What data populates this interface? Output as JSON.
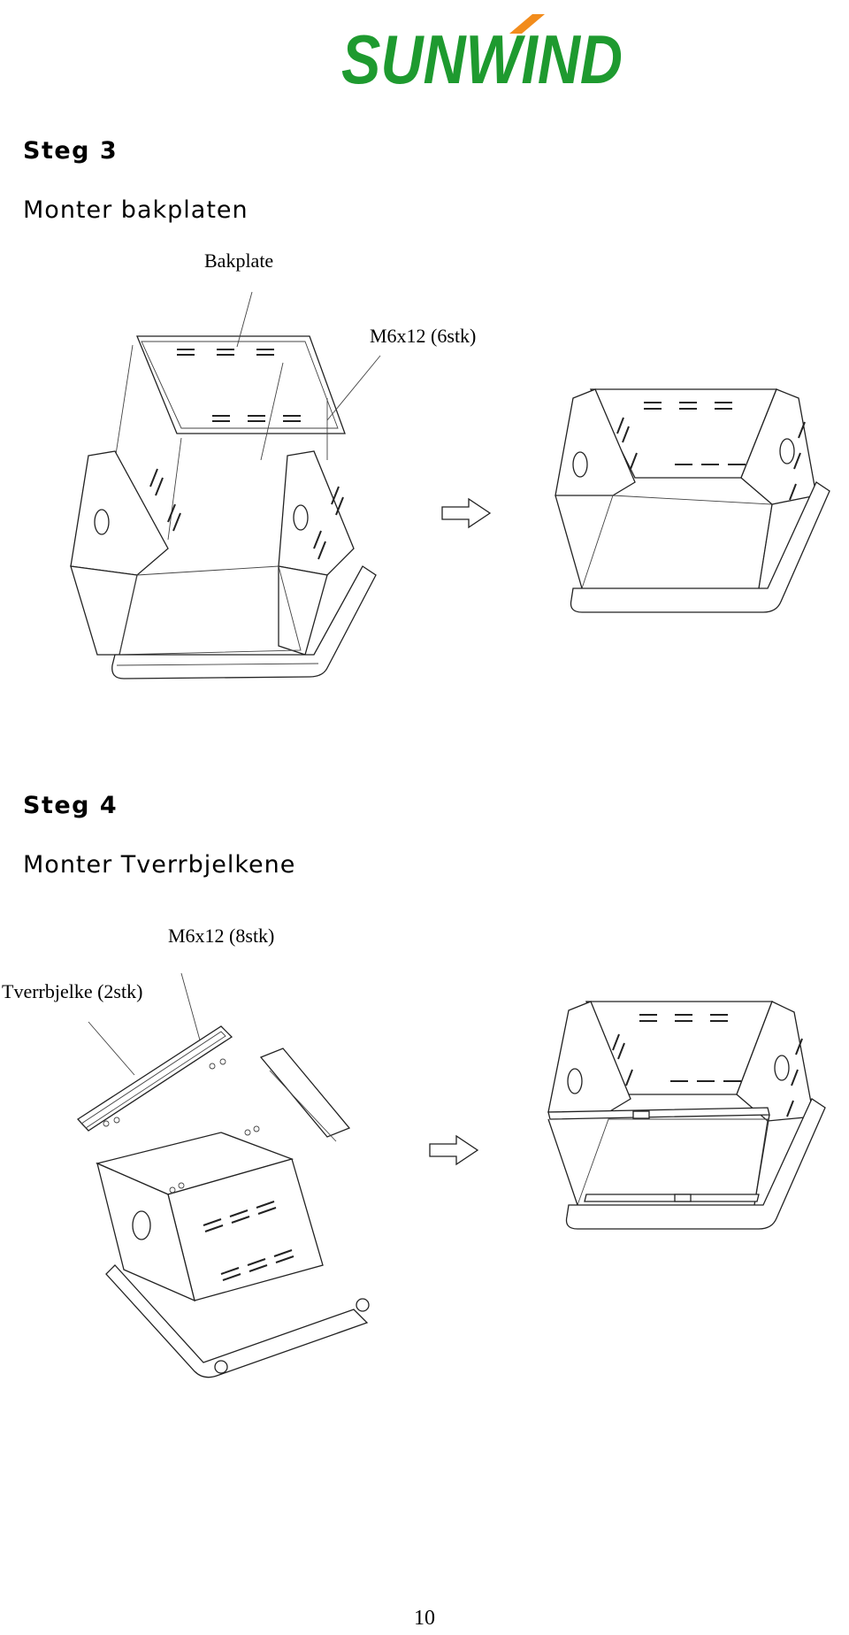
{
  "header": {
    "logo_text": "SUNWIND",
    "brand_green": "#1e9a2f",
    "accent_orange": "#f28c1c"
  },
  "steps": [
    {
      "title": "Steg 3",
      "subtitle": "Monter bakplaten",
      "labels": {
        "back_plate": "Bakplate",
        "screws": "M6x12 (6stk)"
      }
    },
    {
      "title": "Steg 4",
      "subtitle": "Monter Tverrbjelkene",
      "labels": {
        "screws": "M6x12 (8stk)",
        "crossbeam": "Tverrbjelke (2stk)"
      }
    }
  ],
  "footer": {
    "page_number": "10"
  }
}
